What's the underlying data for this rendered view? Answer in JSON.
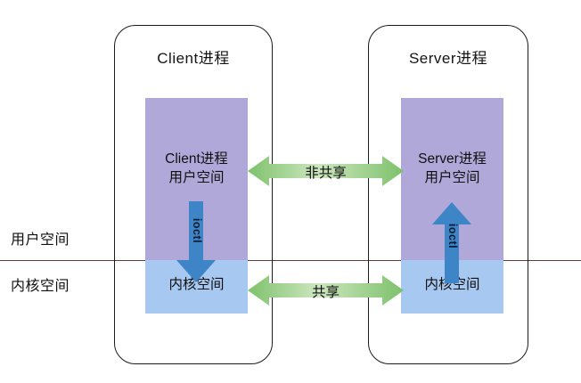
{
  "diagram": {
    "title_client": "Client进程",
    "title_server": "Server进程",
    "axis": {
      "user_space": "用户空间",
      "kernel_space": "内核空间"
    },
    "client": {
      "userspace_line1": "Client进程",
      "userspace_line2": "用户空间",
      "kernelspace": "内核空间",
      "ioctl_label": "ioctl"
    },
    "server": {
      "userspace_line1": "Server进程",
      "userspace_line2": "用户空间",
      "kernelspace": "内核空间",
      "ioctl_label": "ioctl"
    },
    "connections": {
      "upper_label": "非共享",
      "lower_label": "共享"
    },
    "colors": {
      "userspace_purple": "#b0a8d8",
      "kernelspace_blue": "#a7c8f0",
      "ioctl_arrow_blue": "#3d85c6",
      "green_arrow": "#7dc16b",
      "divider_line": "#6b3a3a",
      "outline": "#1b1b1b"
    }
  }
}
